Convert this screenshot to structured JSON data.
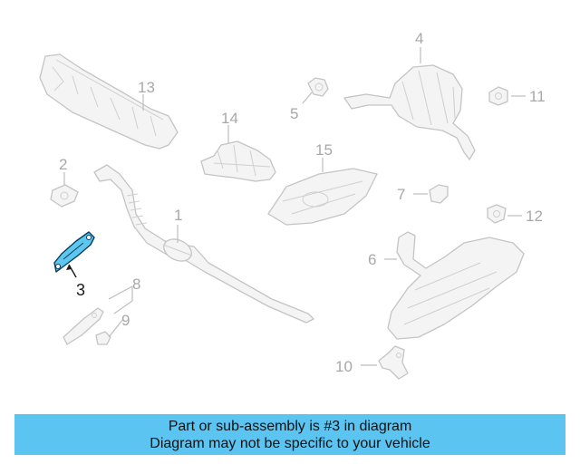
{
  "diagram": {
    "callouts": [
      "1",
      "2",
      "3",
      "4",
      "5",
      "6",
      "7",
      "8",
      "9",
      "10",
      "11",
      "12",
      "13",
      "14",
      "15"
    ],
    "highlighted_callout": "3",
    "highlight_color": "#5cc8f0",
    "part_line_color": "#c4c4c4"
  },
  "banner": {
    "line1": "Part or sub-assembly is #3 in diagram",
    "line2": "Diagram may not be specific to your vehicle",
    "background": "#5bc4f1"
  }
}
